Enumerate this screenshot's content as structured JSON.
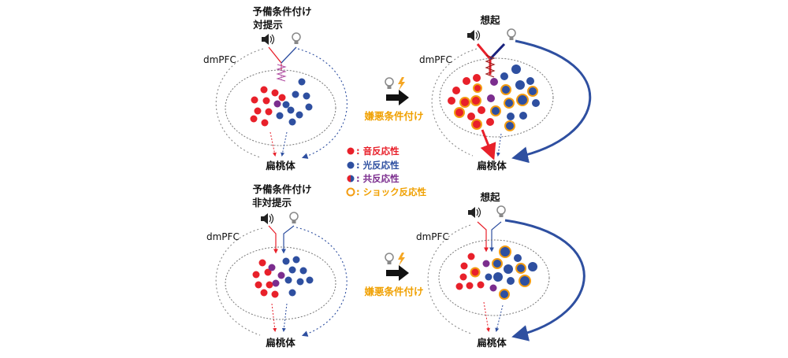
{
  "panels": {
    "top_left": {
      "title_line1": "予備条件付け",
      "title_line2": "対提示",
      "region_label": "dmPFC",
      "target_label": "扁桃体"
    },
    "top_right": {
      "title": "想起",
      "region_label": "dmPFC",
      "target_label": "扁桃体"
    },
    "bottom_left": {
      "title_line1": "予備条件付け",
      "title_line2": "非対提示",
      "region_label": "dmPFC",
      "target_label": "扁桃体"
    },
    "bottom_right": {
      "title": "想起",
      "region_label": "dmPFC",
      "target_label": "扁桃体"
    }
  },
  "conditioning": {
    "top_label": "嫌悪条件付け",
    "bottom_label": "嫌悪条件付け"
  },
  "legend": [
    {
      "label": ": 音反応性",
      "color": "#e8202a",
      "kind": "tone"
    },
    {
      "label": ": 光反応性",
      "color": "#2e4fa0",
      "kind": "light"
    },
    {
      "label": ": 共反応性",
      "color": "#7b2d8e",
      "kind": "both"
    },
    {
      "label": ": ショック反応性",
      "color": "#f39c12",
      "kind": "shock"
    }
  ],
  "colors": {
    "tone_red": "#e8202a",
    "light_blue": "#2e4fa0",
    "coresponse_purple": "#7b2d8e",
    "shock_orange": "#f39c12",
    "condition_text": "#f0a000"
  },
  "icons": [
    "speaker-icon",
    "lightbulb-icon",
    "lightning-icon",
    "arrow-right-icon"
  ]
}
